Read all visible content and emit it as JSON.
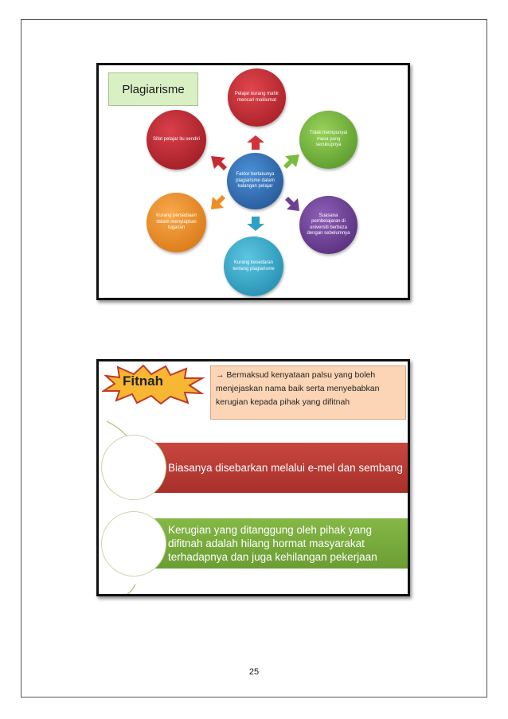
{
  "slide1": {
    "title": "Plagiarisme",
    "center": "Faktor berlakunya plagiarisme dalam kalangan pelajar",
    "factors": [
      "Pelajar kurang mahir mencari maklumat",
      "Tidak mempunyai masa yang secukupnya",
      "Suasana pembelajaran di universiti berbeza dengan sebelumnya",
      "Kurang kesedaran tentang plagiarisme",
      "Kurang persediaan dalam menyiapkan tugasan",
      "Sifat pelajar itu sendiri"
    ],
    "colors": {
      "red": "#c0262f",
      "green": "#74b53a",
      "purple": "#6b3d91",
      "cyan": "#2aa6c9",
      "orange": "#ee8a1e",
      "blue": "#2f6fb1"
    }
  },
  "slide2": {
    "title": "Fitnah",
    "definition": "→ Bermaksud kenyataan palsu yang boleh menjejaskan nama baik serta menyebabkan kerugian kepada pihak yang difitnah",
    "points": [
      "Biasanya disebarkan melalui e-mel dan sembang",
      "Kerugian yang ditanggung oleh pihak yang difitnah adalah hilang hormat masyarakat terhadapnya dan juga kehilangan pekerjaan"
    ],
    "colors": {
      "red_band": "#b83a33",
      "green_band": "#77aa3c",
      "definition_bg": "#fbd5b5",
      "starburst": "#f7b733"
    }
  },
  "page": {
    "number": "25"
  }
}
